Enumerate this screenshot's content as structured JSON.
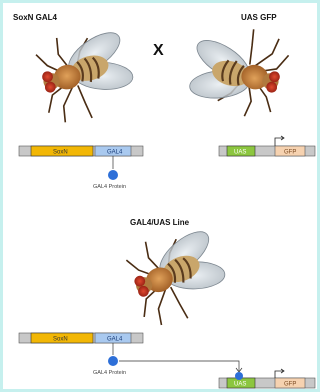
{
  "labels": {
    "left_title": "SoxN GAL4",
    "cross_symbol": "X",
    "right_title": "UAS GFP",
    "bottom_title": "GAL4/UAS Line"
  },
  "constructs": {
    "soxn_label": "SoxN",
    "gal4_label": "GAL4",
    "uas_label": "UAS",
    "gfp_label": "GFP",
    "protein_label": "GAL4 Protein"
  },
  "colors": {
    "background": "#c6f0ee",
    "soxn": "#f2b705",
    "gal4": "#a9c9ef",
    "uas": "#8cc63f",
    "gfp": "#f6d2b0",
    "protein": "#2d6fd8",
    "backbone": "#c8c8c8"
  }
}
